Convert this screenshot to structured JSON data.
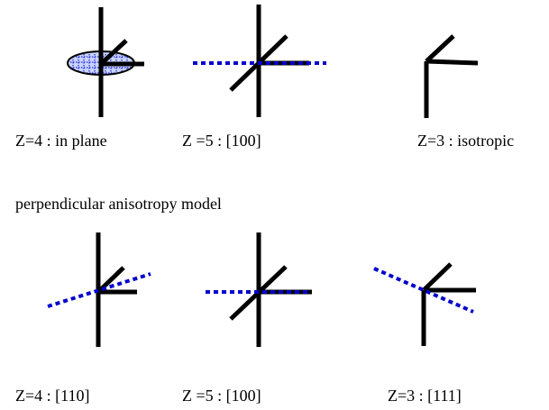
{
  "colors": {
    "bond": "#000000",
    "axis": "#0000cc",
    "disk_fill": "#c8d4ff",
    "disk_hatch": "#0000cc"
  },
  "top_row": {
    "labels": [
      "Z=4 : in plane",
      "Z =5 : [100]",
      "Z=3 : isotropic"
    ]
  },
  "section_title": "perpendicular anisotropy model",
  "bottom_row": {
    "labels": [
      "Z=4 : [110]",
      "Z =5 : [100]",
      "Z=3 : [111]"
    ]
  }
}
